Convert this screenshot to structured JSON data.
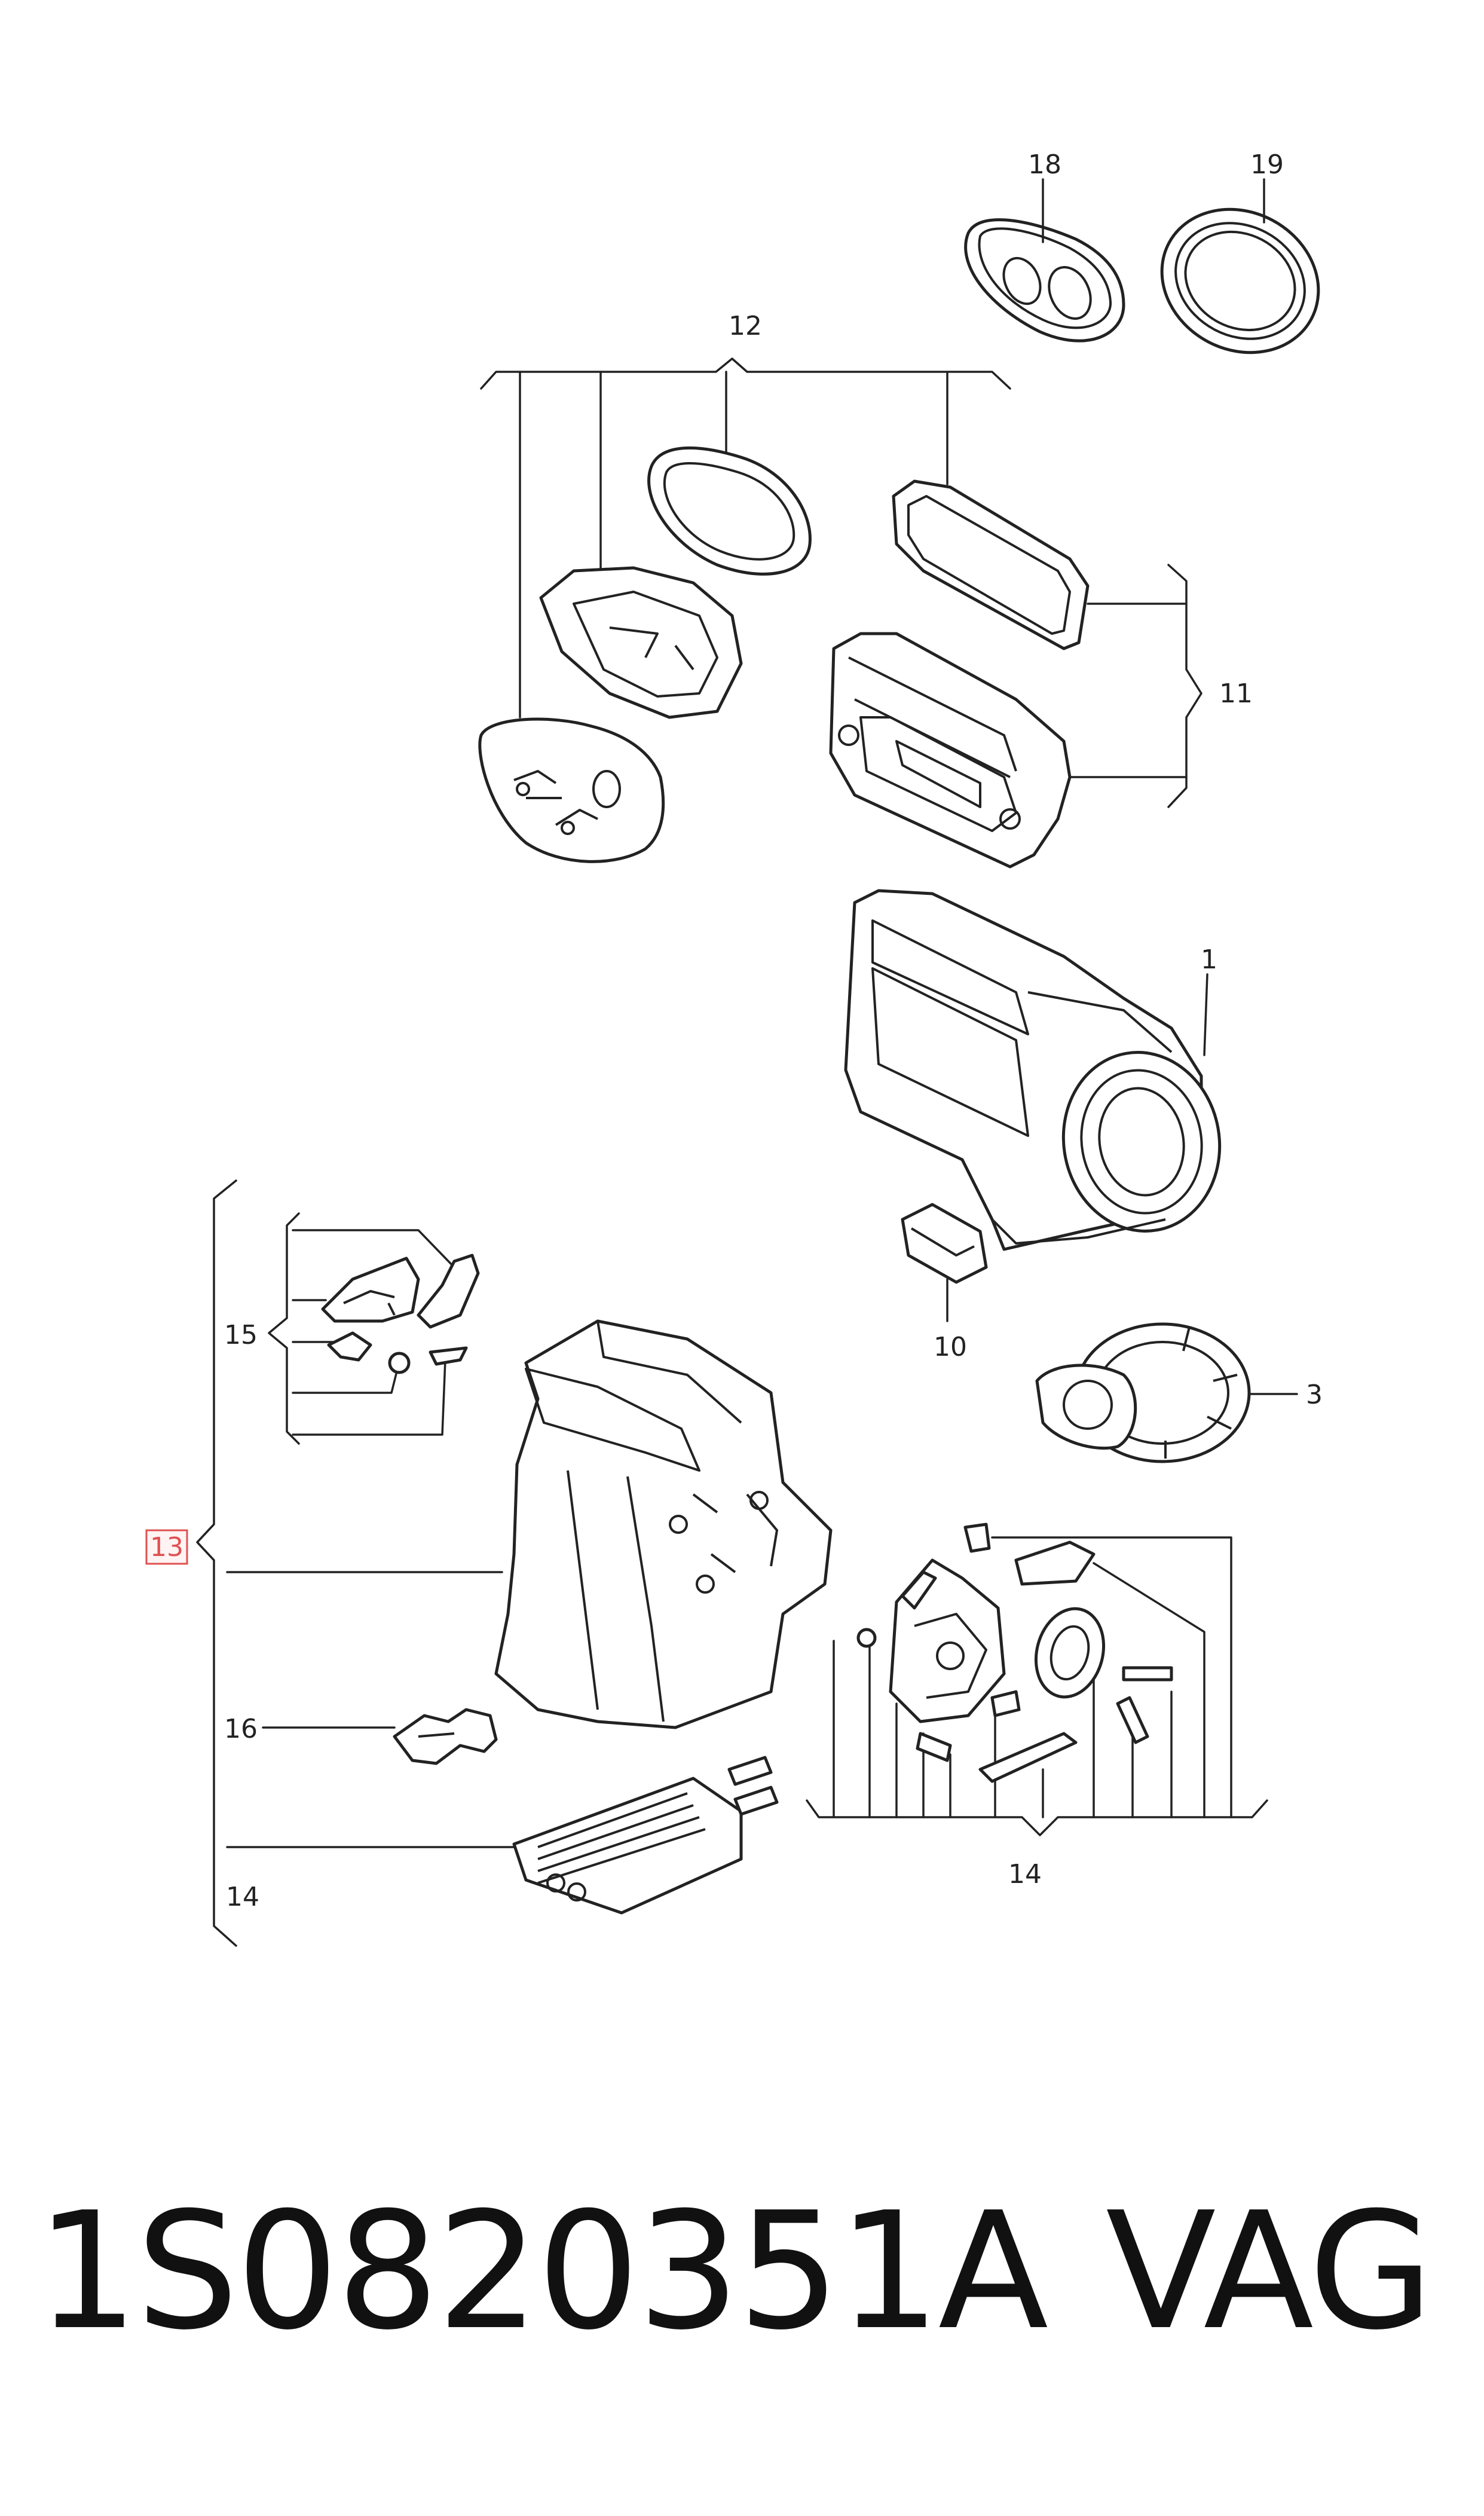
{
  "callouts": {
    "c1": "1",
    "c3": "3",
    "c10": "10",
    "c11": "11",
    "c12": "12",
    "c13": "13",
    "c14_left": "14",
    "c14_bottom": "14",
    "c15": "15",
    "c16": "16",
    "c18": "18",
    "c19": "19"
  },
  "footer": {
    "part_number": "1S0820351A",
    "brand": "VAG"
  },
  "colors": {
    "line": "#222222",
    "highlight_border": "#e05050",
    "background": "#ffffff"
  }
}
